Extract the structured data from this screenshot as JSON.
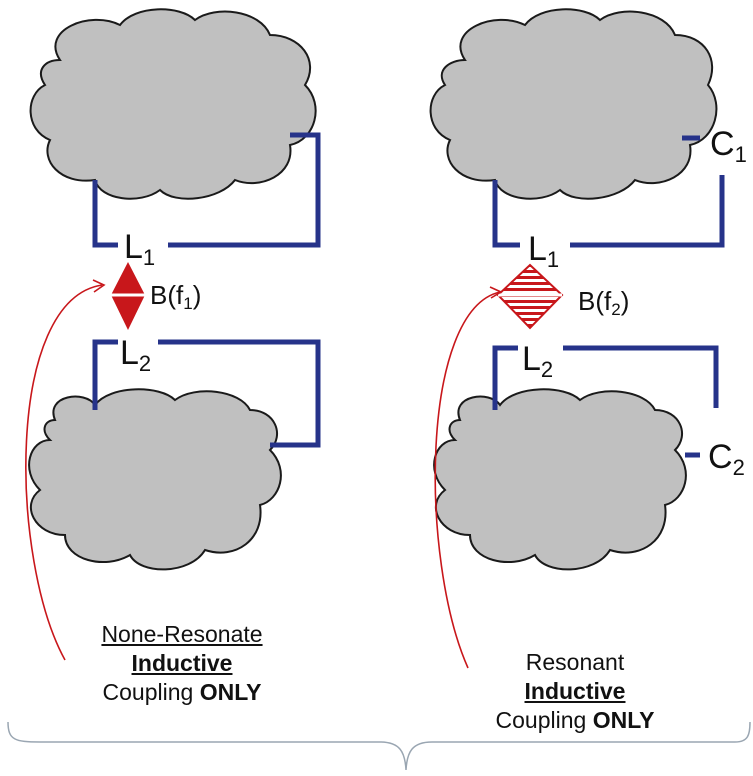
{
  "left": {
    "l1": {
      "main": "L",
      "sub": "1"
    },
    "l2": {
      "main": "L",
      "sub": "2"
    },
    "field": {
      "main": "B(f",
      "sub": "1",
      "tail": ")"
    },
    "caption": {
      "line1": "None-Resonate",
      "line2": "Inductive",
      "line3a": "Coupling ",
      "line3b": "ONLY"
    }
  },
  "right": {
    "l1": {
      "main": "L",
      "sub": "1"
    },
    "l2": {
      "main": "L",
      "sub": "2"
    },
    "c1": {
      "main": "C",
      "sub": "1"
    },
    "c2": {
      "main": "C",
      "sub": "2"
    },
    "field": {
      "main": "B(f",
      "sub": "2",
      "tail": ")"
    },
    "caption": {
      "line1": "Resonant",
      "line2": "Inductive",
      "line3a": "Coupling ",
      "line3b": "ONLY"
    }
  },
  "colors": {
    "wire": "#26338a",
    "cloud_fill": "#c0c0c0",
    "cloud_stroke": "#1a1a1a",
    "field_red": "#c8171b",
    "brace": "#9aa6b2"
  }
}
